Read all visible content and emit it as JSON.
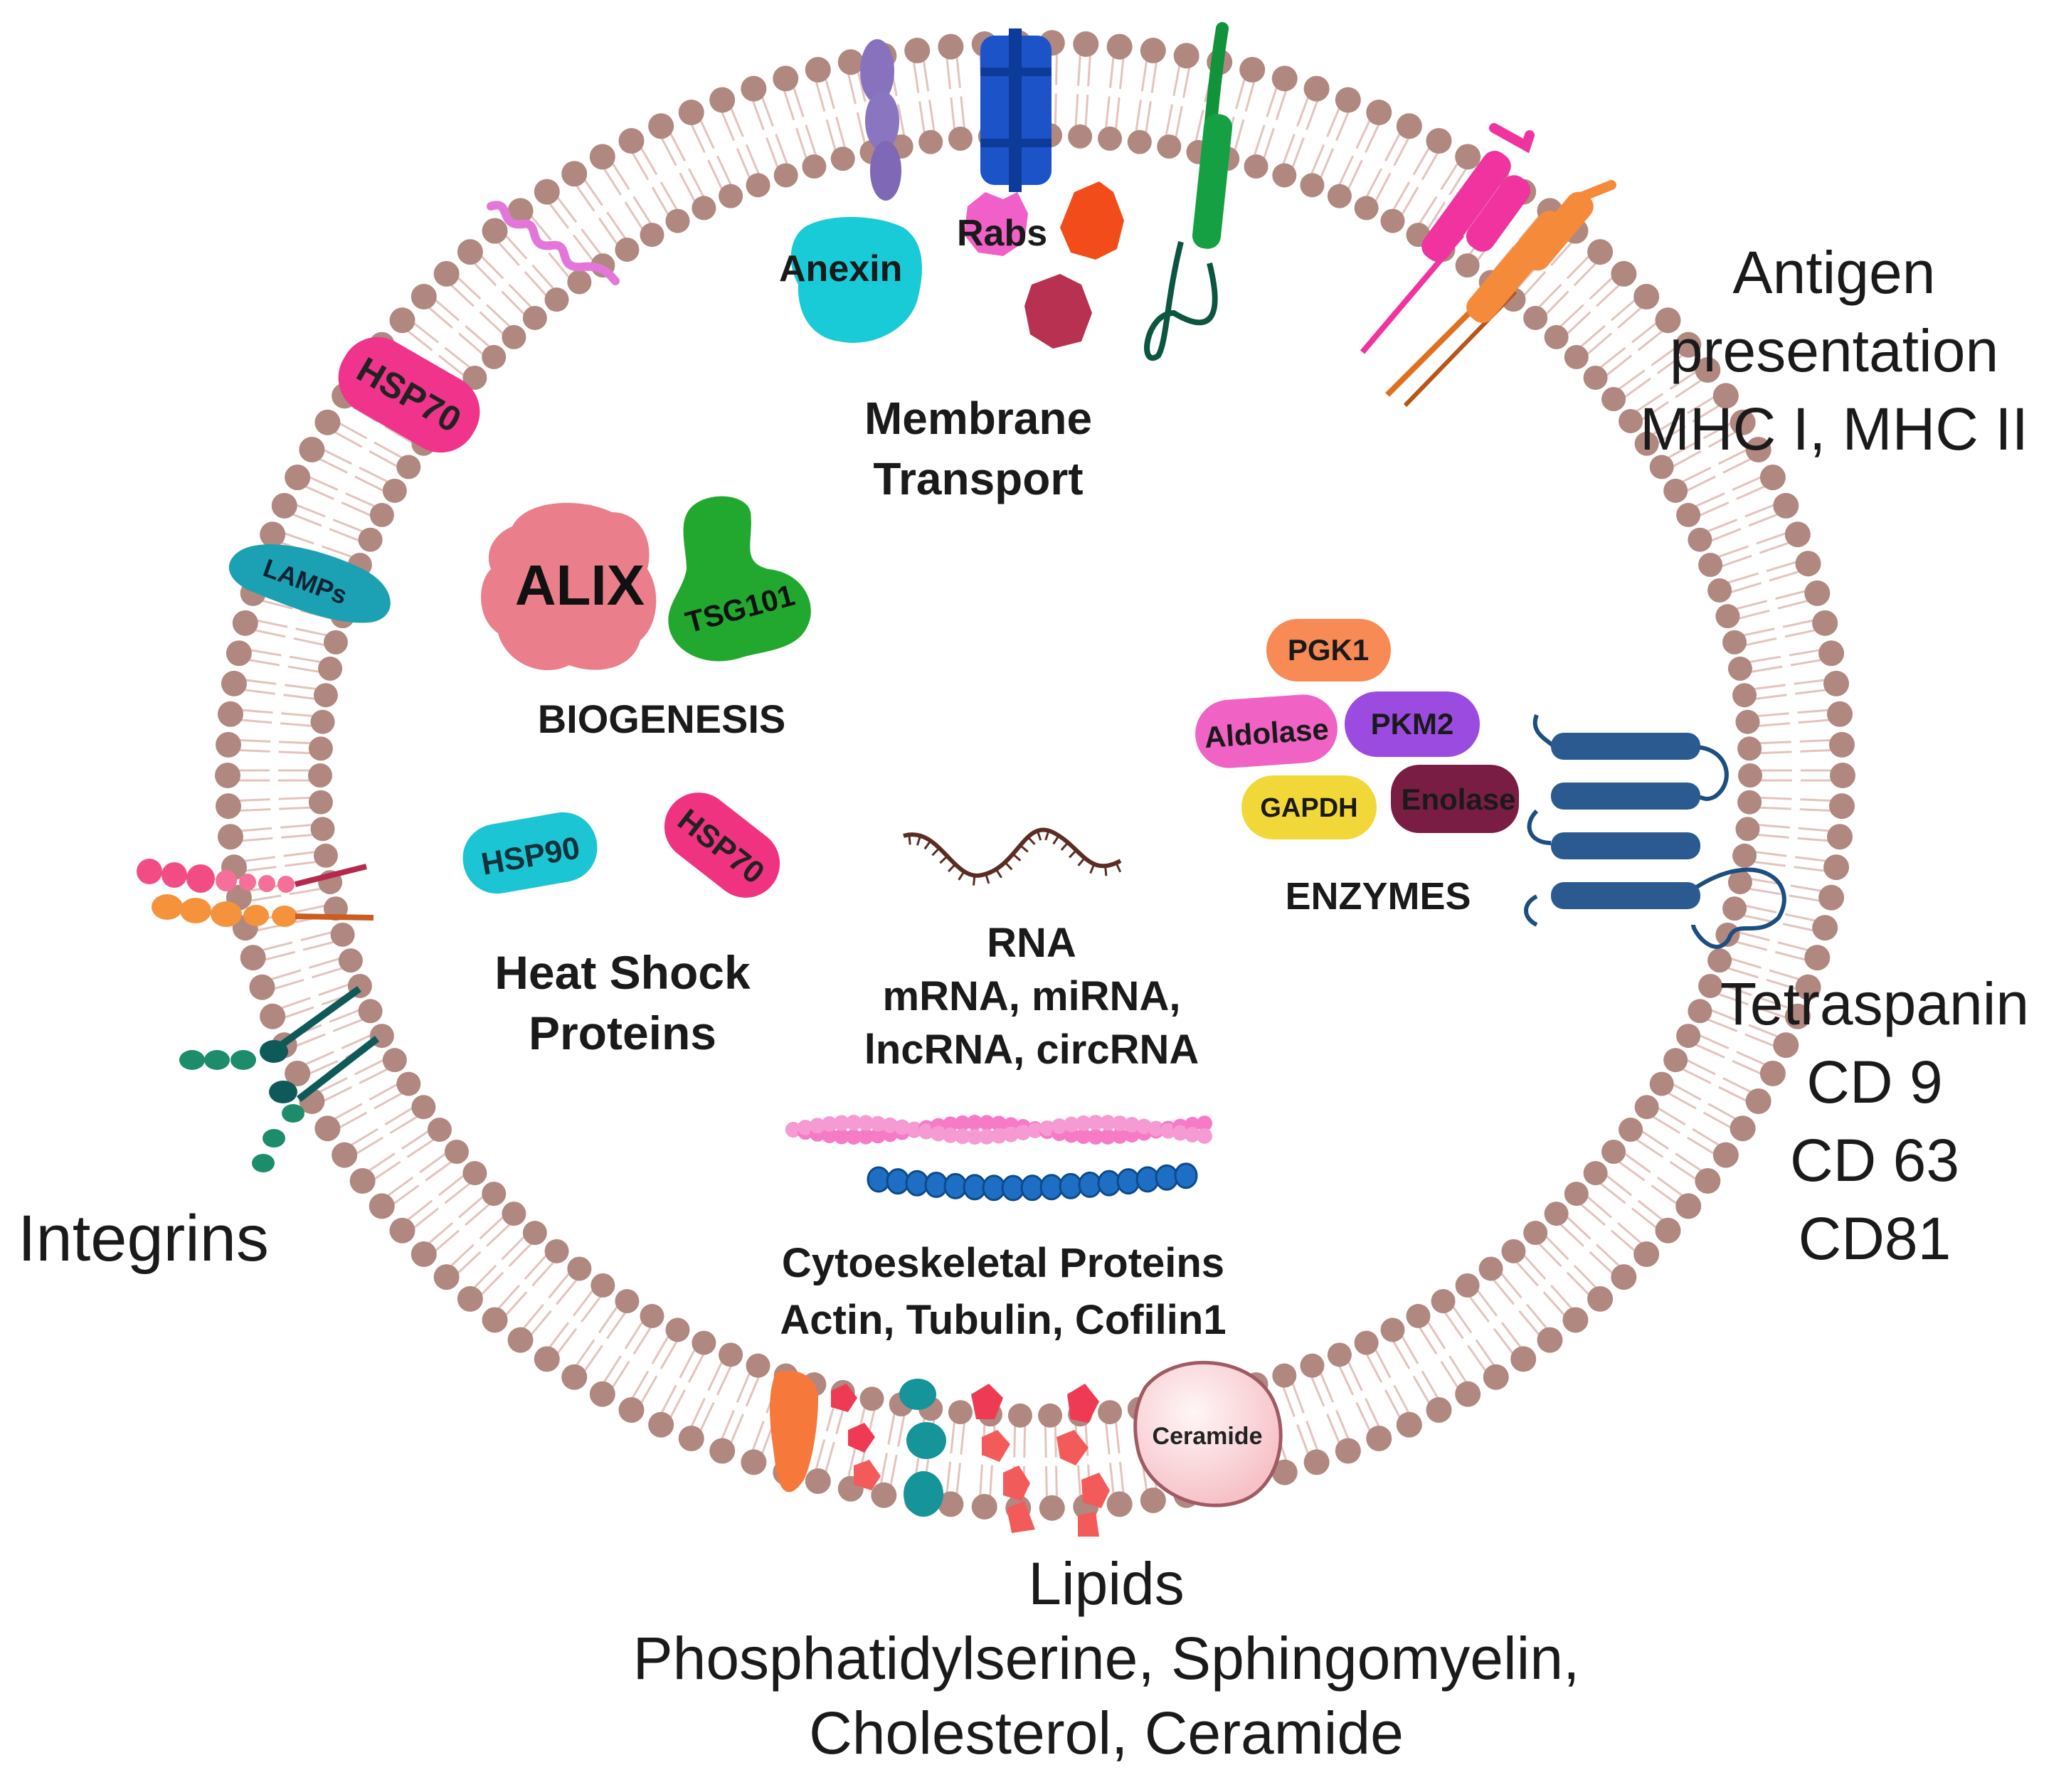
{
  "figure": {
    "membrane_color": "#b08880",
    "lipid_tail_color": "#e3c4bd"
  },
  "labels": {
    "antigen": [
      "Antigen",
      "presentation",
      "MHC I, MHC II"
    ],
    "tetraspanin": [
      "Tetraspanin",
      "CD 9",
      "CD 63",
      "CD81"
    ],
    "integrins": "Integrins",
    "lipids": [
      "Lipids",
      "Phosphatidylserine, Sphingomyelin,",
      "Cholesterol, Ceramide"
    ],
    "membrane_transport": [
      "Membrane",
      "Transport"
    ],
    "biogenesis": "BIOGENESIS",
    "heat_shock": [
      "Heat Shock",
      "Proteins"
    ],
    "rna": [
      "RNA",
      "mRNA, miRNA,",
      "lncRNA, circRNA"
    ],
    "cytoskeletal": [
      "Cytoeskeletal Proteins",
      "Actin, Tubulin, Cofilin1"
    ],
    "enzymes": "ENZYMES"
  },
  "proteins": {
    "hsp70_membrane": "HSP70",
    "lamps": "LAMPs",
    "anexin": "Anexin",
    "rabs": "Rabs",
    "alix": "ALIX",
    "tsg101": "TSG101",
    "hsp90": "HSP90",
    "hsp70_inner": "HSP70",
    "pgk1": "PGK1",
    "aldolase": "Aldolase",
    "pkm2": "PKM2",
    "gapdh": "GAPDH",
    "enolase": "Enolase",
    "ceramide": "Ceramide"
  },
  "icons": [
    "membrane-bilayer",
    "mhc-molecule-icon",
    "tetraspanin-icon",
    "integrin-icon",
    "rna-strand-icon",
    "actin-filament-icon",
    "tubulin-filament-icon",
    "lipid-molecule-icon"
  ]
}
